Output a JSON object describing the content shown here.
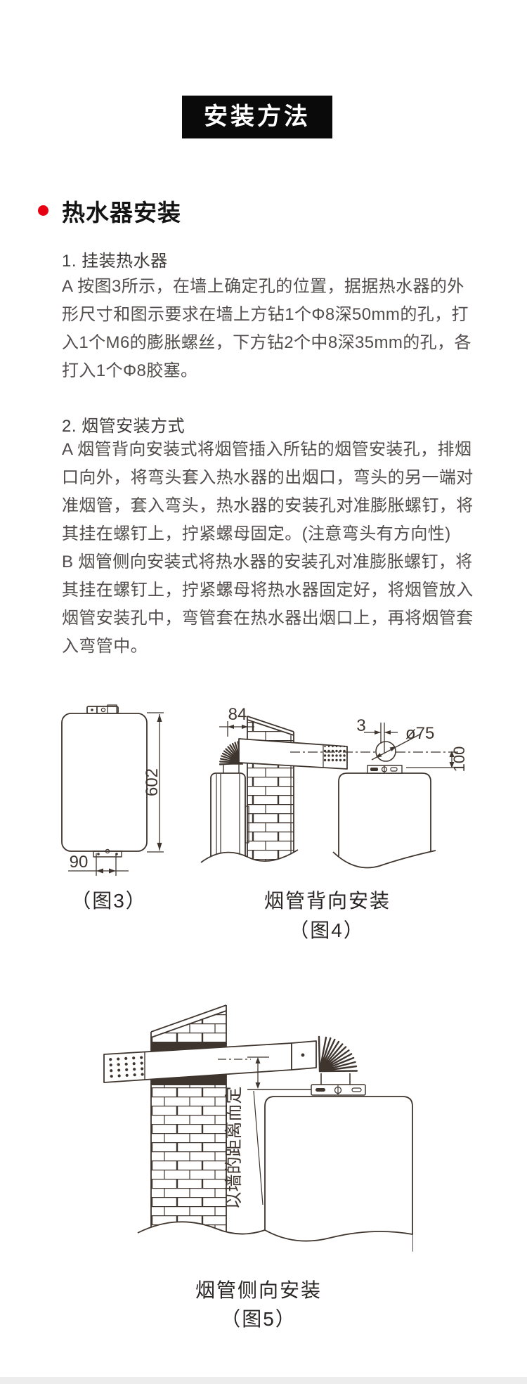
{
  "page": {
    "badge": "安装方法"
  },
  "intro": {
    "title": "热水器安装"
  },
  "step1": {
    "heading": "1. 挂装热水器",
    "lines": [
      "A 按图3所示，在墙上确定孔的位置，据据热水器的外",
      "形尺寸和图示要求在墙上方钻1个Φ8深50mm的孔，打",
      "入1个M6的膨胀螺丝，下方钻2个中8深35mm的孔，各",
      "打入1个Φ8胶塞。"
    ]
  },
  "step2": {
    "heading": "2. 烟管安装方式",
    "lines": [
      "A 烟管背向安装式将烟管插入所钻的烟管安装孔，排烟",
      "口向外，将弯头套入热水器的出烟口，弯头的另一端对",
      "准烟管，套入弯头，热水器的安装孔对准膨胀螺钉，将",
      "其挂在螺钉上，拧紧螺母固定。(注意弯头有方向性)",
      "B 烟管侧向安装式将热水器的安装孔对准膨胀螺钉，将",
      "其挂在螺钉上，拧紧螺母将热水器固定好，将烟管放入",
      "烟管安装孔中，弯管套在热水器出烟口上，再将烟管套",
      "入弯管中。"
    ]
  },
  "fig3": {
    "caption": "（图3）",
    "dim_height": "602",
    "dim_width": "90"
  },
  "fig4": {
    "title": "烟管背向安装",
    "caption": "（图4）",
    "dim_offset": "84",
    "dim_gap": "3",
    "dim_diameter": "ø75",
    "dim_height": "100"
  },
  "fig5": {
    "title": "烟管侧向安装",
    "caption": "（图5）",
    "note": "以墙的距离而定"
  },
  "colors": {
    "accent": "#e60012",
    "ink": "#3f352f"
  }
}
